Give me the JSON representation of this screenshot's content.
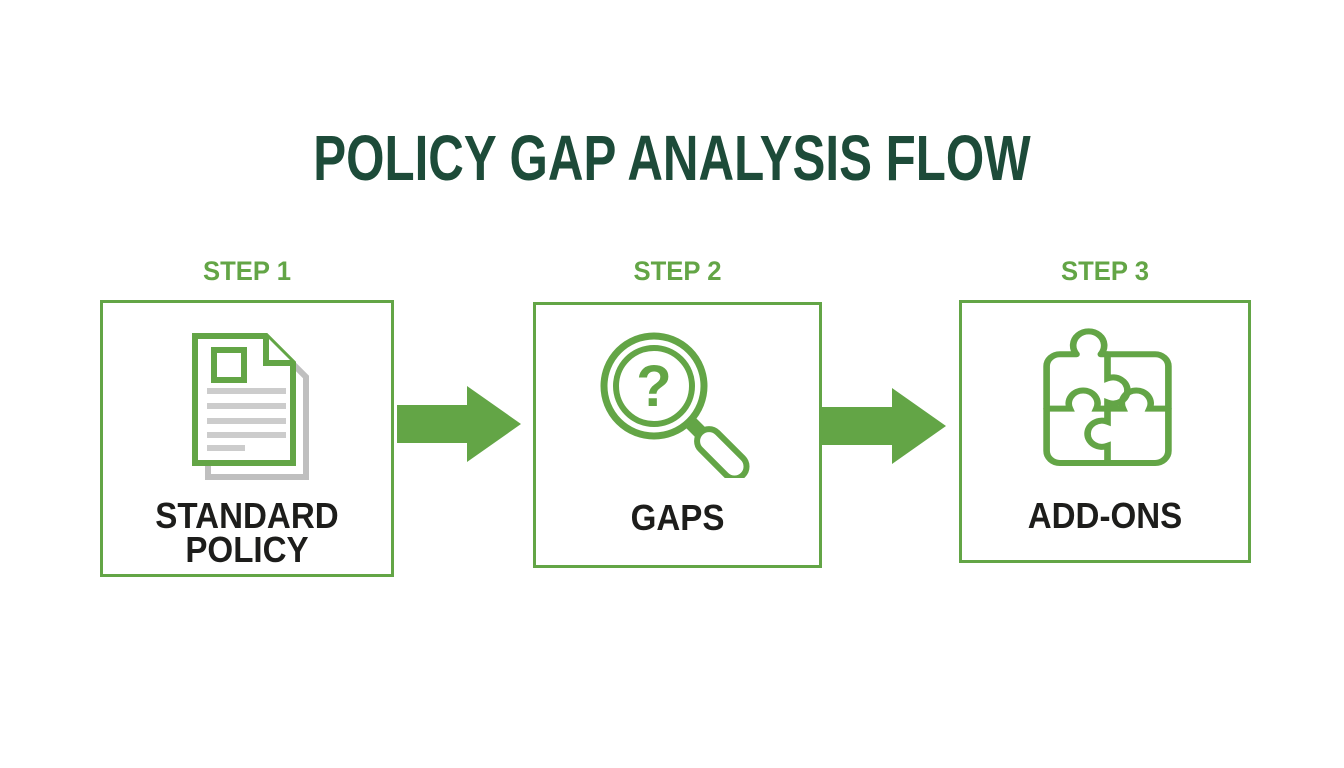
{
  "title": "POLICY GAP ANALYSIS FLOW",
  "colors": {
    "accent_green": "#63a546",
    "title_dark_green": "#1d4b39",
    "label_black": "#1d1d1b",
    "icon_gray": "#cccccc",
    "shadow_gray": "#bfbfbf",
    "background": "#ffffff"
  },
  "steps": [
    {
      "step_label": "STEP 1",
      "label": "STANDARD\nPOLICY",
      "icon": "document-icon"
    },
    {
      "step_label": "STEP 2",
      "label": "GAPS",
      "icon": "magnifier-question-icon",
      "icon_glyph": "?"
    },
    {
      "step_label": "STEP 3",
      "label": "ADD-ONS",
      "icon": "puzzle-icon"
    }
  ],
  "connectors": [
    {
      "icon": "right-arrow-icon"
    },
    {
      "icon": "right-arrow-icon"
    }
  ]
}
